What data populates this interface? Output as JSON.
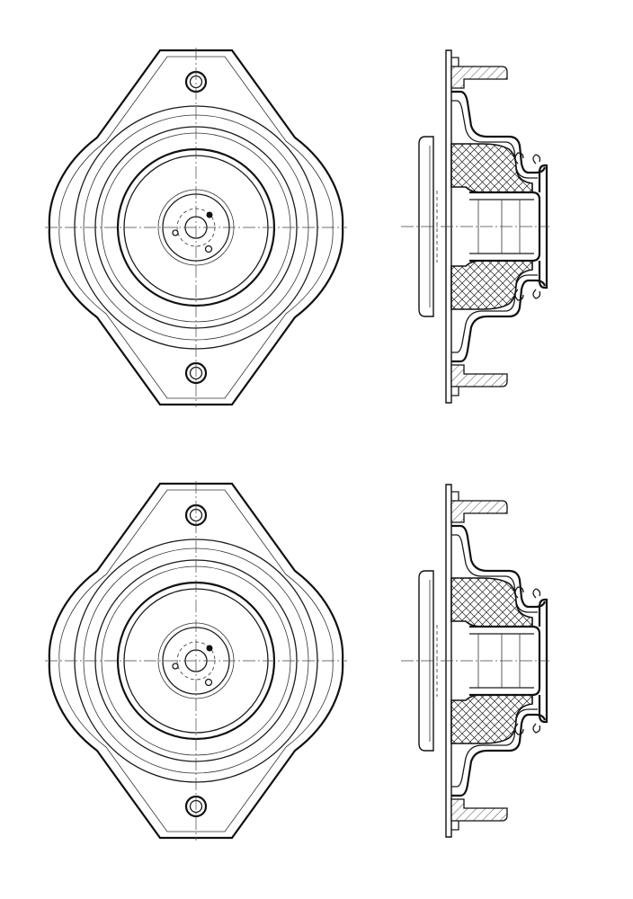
{
  "drawing": {
    "views": [
      {
        "id": "top-mount-1",
        "plan_view": "front",
        "section_view": "side-section"
      },
      {
        "id": "top-mount-2",
        "plan_view": "front",
        "section_view": "side-section"
      }
    ],
    "colors": {
      "line": "#111111",
      "background": "#ffffff",
      "hatch": "#222222"
    },
    "icons": [
      "bolt-hole",
      "centre-line",
      "cross-hatch-rubber"
    ]
  }
}
